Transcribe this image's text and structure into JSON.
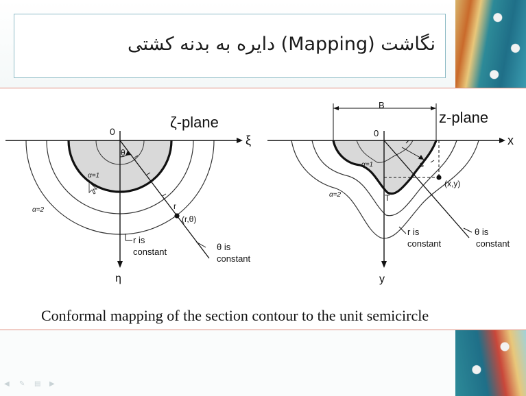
{
  "slide": {
    "title": "نگاشت (Mapping) دایره به بدنه کشتی",
    "caption": "Conformal mapping of the section contour to the unit semicircle"
  },
  "left_diagram": {
    "plane_label": "ζ-plane",
    "origin": "0",
    "axis_x": "ξ",
    "axis_y": "η",
    "theta": "θ",
    "alpha1": "α=1",
    "alpha2": "α=2",
    "r_label": "r",
    "point": "(r,θ)",
    "r_const_1": "r is",
    "r_const_2": "constant",
    "theta_const_1": "θ is",
    "theta_const_2": "constant"
  },
  "right_diagram": {
    "plane_label": "z-plane",
    "origin": "0",
    "axis_x": "x",
    "axis_y": "y",
    "beam": "B",
    "alpha1": "α=1",
    "alpha2": "α=2",
    "s_label": "s",
    "t_label": "T",
    "point": "(x,y)",
    "r_const_1": "r is",
    "r_const_2": "constant",
    "theta_const_1": "θ is",
    "theta_const_2": "constant"
  },
  "controls": [
    "prev-slide",
    "pen-tool",
    "slides-menu",
    "next-slide"
  ],
  "colors": {
    "divider": "#e08a7a",
    "title_border": "#8fbcc6",
    "section_fill": "#d9d9d9"
  }
}
